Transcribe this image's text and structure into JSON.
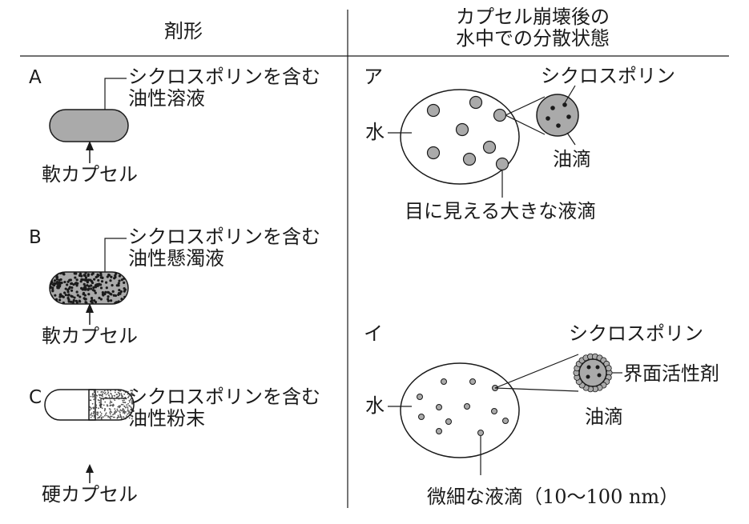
{
  "header": {
    "left": "剤形",
    "right_line1": "カプセル崩壊後の",
    "right_line2": "水中での分散状態"
  },
  "formulations": [
    {
      "letter": "A",
      "content_line1": "シクロスポリンを含む",
      "content_line2": "油性溶液",
      "capsule": "軟カプセル"
    },
    {
      "letter": "B",
      "content_line1": "シクロスポリンを含む",
      "content_line2": "油性懸濁液",
      "capsule": "軟カプセル"
    },
    {
      "letter": "C",
      "content_line1": "シクロスポリンを含む",
      "content_line2": "油性粉末",
      "capsule": "硬カプセル"
    }
  ],
  "dispersions": [
    {
      "letter": "ア",
      "drug": "シクロスポリン",
      "water": "水",
      "oil": "油滴",
      "droplet": "目に見える大きな液滴"
    },
    {
      "letter": "イ",
      "drug": "シクロスポリン",
      "surfactant": "界面活性剤",
      "water": "水",
      "oil": "油滴",
      "droplet": "微細な液滴（10～100 nm）"
    }
  ],
  "colors": {
    "stroke": "#1a1a1a",
    "oil_fill": "#aaaaaa",
    "capsule_fill": "#aaaaaa",
    "powder_dot": "#555555"
  }
}
